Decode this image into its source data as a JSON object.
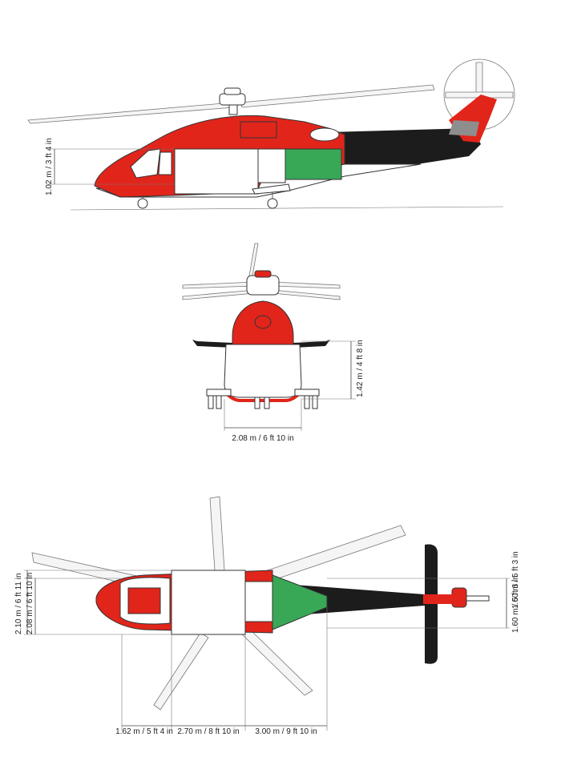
{
  "colors": {
    "red": "#e1251b",
    "black": "#1c1c1c",
    "green": "#38a857",
    "gray": "#8e8e8e",
    "white": "#ffffff"
  },
  "side_view": {
    "cabin_height": "1.02 m / 3 ft 4 in"
  },
  "front_view": {
    "cabin_height": "1.42 m / 4 ft 8 in",
    "cabin_width": "2.08 m / 6 ft 10 in"
  },
  "top_view": {
    "overall_width": "2.10 m / 6 ft 11 in",
    "cabin_width": "2.08 m / 6 ft 10 in",
    "tail_right_upper": "1.60 m / 5 ft 3 in",
    "tail_right_lower": "1.60 m / 5 ft 3 in",
    "cockpit_length": "1.62 m / 5 ft 4 in",
    "cabin_length": "2.70 m / 8 ft 10 in",
    "baggage_length": "3.00 m / 9 ft 10 in"
  }
}
